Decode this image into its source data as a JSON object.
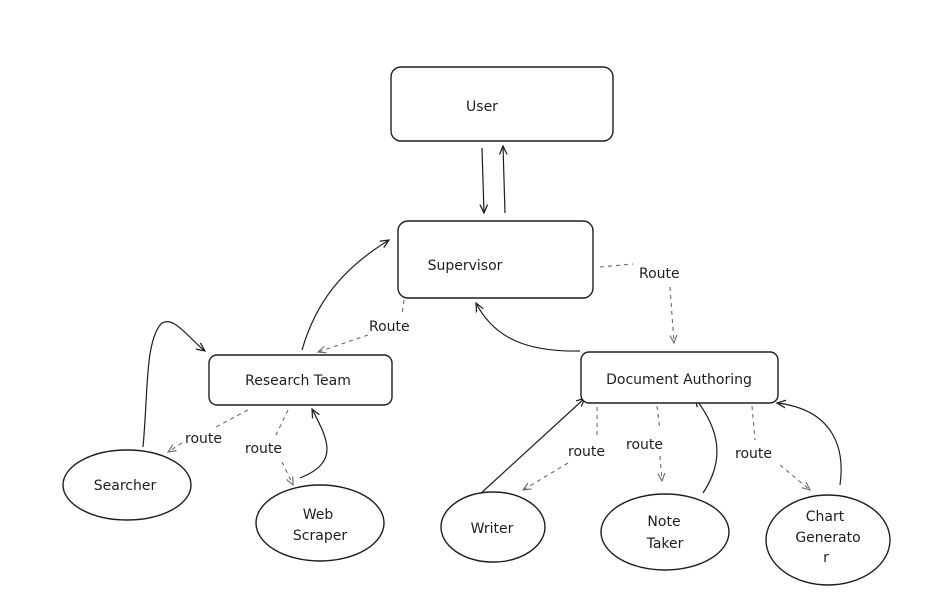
{
  "diagram": {
    "nodes": {
      "user": "User",
      "supervisor": "Supervisor",
      "research_team": "Research Team",
      "document_authoring": "Document Authoring",
      "searcher": "Searcher",
      "web_scraper": [
        "Web",
        "Scraper"
      ],
      "writer": "Writer",
      "note_taker": [
        "Note",
        "Taker"
      ],
      "chart_generator": [
        "Chart",
        "Generato",
        "r"
      ]
    },
    "edge_labels": {
      "supervisor_to_research": "Route",
      "supervisor_to_document": "Route",
      "research_to_searcher": "route",
      "research_to_web_scraper": "route",
      "document_to_writer": "route",
      "document_to_note_taker": "route",
      "document_to_chart_generator": "route"
    },
    "colors": {
      "stroke": "#1e1e1e",
      "dashed_stroke": "#6b6b6b",
      "background": "#ffffff"
    }
  }
}
